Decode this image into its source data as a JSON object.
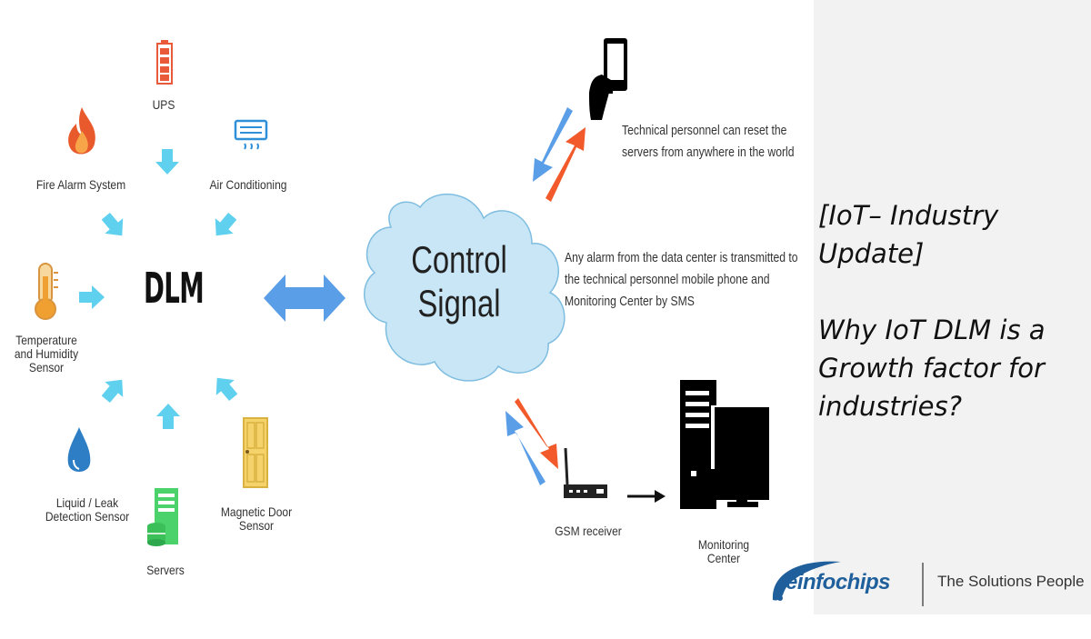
{
  "diagram": {
    "hub_label": "DLM",
    "cloud_label_line1": "Control",
    "cloud_label_line2": "Signal",
    "sensors": [
      {
        "label": "UPS",
        "icon": "battery-icon"
      },
      {
        "label": "Air Conditioning",
        "icon": "air-conditioner-icon"
      },
      {
        "label": "Fire Alarm System",
        "icon": "flame-icon"
      },
      {
        "label": "Temperature\nand Humidity\nSensor",
        "icon": "thermometer-icon"
      },
      {
        "label": "Liquid / Leak\nDetection Sensor",
        "icon": "water-drop-icon"
      },
      {
        "label": "Servers",
        "icon": "server-icon"
      },
      {
        "label": "Magnetic Door\nSensor",
        "icon": "door-icon"
      }
    ],
    "phone_text_line1": "Technical personnel can reset the",
    "phone_text_line2": "servers from anywhere in the world",
    "alarm_text_line1": "Any alarm from the data center is transmitted to",
    "alarm_text_line2": "the technical personnel mobile phone and",
    "alarm_text_line3": "Monitoring Center by SMS",
    "gsm_label": "GSM receiver",
    "monitoring_label": "Monitoring Center",
    "colors": {
      "arrow_cyan": "#5fd0ee",
      "arrow_blue": "#5b9ee8",
      "arrow_orange": "#f25a2b",
      "cloud": "#c8e6f5"
    }
  },
  "sidebar": {
    "headline_line1": "[IoT– Industry",
    "headline_line2": "Update]",
    "headline_line3": "",
    "headline_line4": "Why IoT DLM is a",
    "headline_line5": "Growth factor for",
    "headline_line6": "industries?"
  },
  "footer": {
    "logo_text": "einfochips",
    "tagline": "The Solutions People"
  }
}
